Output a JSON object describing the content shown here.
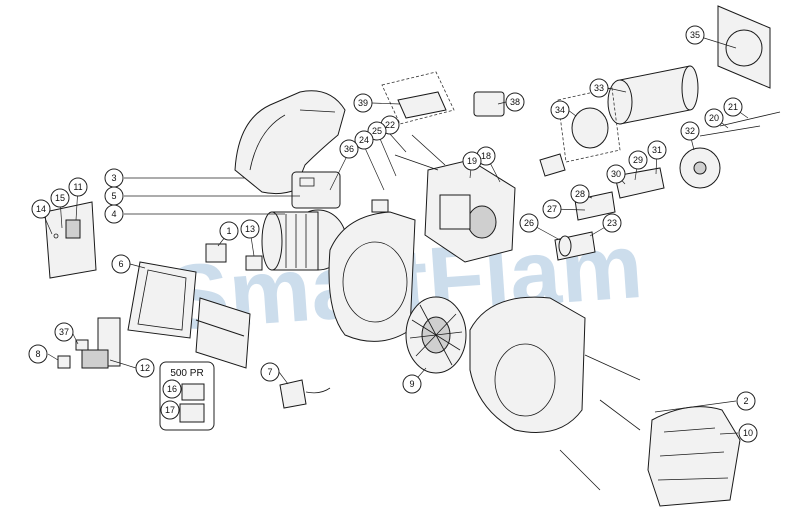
{
  "watermark": {
    "text": "SmartFlam"
  },
  "inset": {
    "title": "500 PR"
  },
  "callouts": [
    {
      "id": "c35",
      "label": "35"
    },
    {
      "id": "c39",
      "label": "39"
    },
    {
      "id": "c38",
      "label": "38"
    },
    {
      "id": "c33",
      "label": "33"
    },
    {
      "id": "c34",
      "label": "34"
    },
    {
      "id": "c21",
      "label": "21"
    },
    {
      "id": "c20",
      "label": "20"
    },
    {
      "id": "c32",
      "label": "32"
    },
    {
      "id": "c22",
      "label": "22"
    },
    {
      "id": "c25",
      "label": "25"
    },
    {
      "id": "c24",
      "label": "24"
    },
    {
      "id": "c36",
      "label": "36"
    },
    {
      "id": "c18",
      "label": "18"
    },
    {
      "id": "c19",
      "label": "19"
    },
    {
      "id": "c3",
      "label": "3"
    },
    {
      "id": "c5",
      "label": "5"
    },
    {
      "id": "c4",
      "label": "4"
    },
    {
      "id": "c11",
      "label": "11"
    },
    {
      "id": "c15",
      "label": "15"
    },
    {
      "id": "c14",
      "label": "14"
    },
    {
      "id": "c1",
      "label": "1"
    },
    {
      "id": "c13",
      "label": "13"
    },
    {
      "id": "c6",
      "label": "6"
    },
    {
      "id": "c28",
      "label": "28"
    },
    {
      "id": "c27",
      "label": "27"
    },
    {
      "id": "c26",
      "label": "26"
    },
    {
      "id": "c23",
      "label": "23"
    },
    {
      "id": "c29",
      "label": "29"
    },
    {
      "id": "c30",
      "label": "30"
    },
    {
      "id": "c31",
      "label": "31"
    },
    {
      "id": "c37",
      "label": "37"
    },
    {
      "id": "c8",
      "label": "8"
    },
    {
      "id": "c12",
      "label": "12"
    },
    {
      "id": "c16",
      "label": "16"
    },
    {
      "id": "c17",
      "label": "17"
    },
    {
      "id": "c7",
      "label": "7"
    },
    {
      "id": "c9",
      "label": "9"
    },
    {
      "id": "c2",
      "label": "2"
    },
    {
      "id": "c10",
      "label": "10"
    }
  ]
}
